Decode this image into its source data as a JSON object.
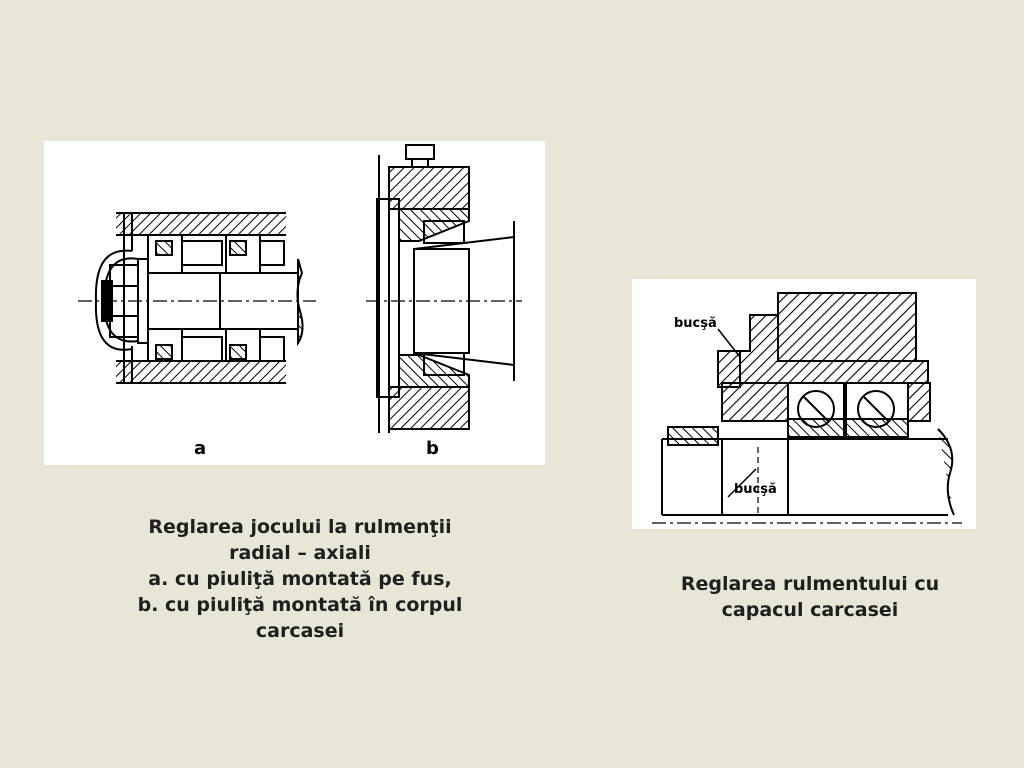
{
  "figure_left": {
    "label_a": "a",
    "label_b": "b",
    "caption_lines": [
      "Reglarea jocului la rulmenţii",
      "radial – axiali",
      "a. cu piuliţă montată pe fus,",
      "b. cu piuliţă montată în corpul",
      "carcasei"
    ]
  },
  "figure_right": {
    "label_top": "bucşă",
    "label_bottom": "bucşă",
    "caption_lines": [
      "Reglarea rulmentului cu",
      "capacul carcasei"
    ]
  },
  "colors": {
    "background": "#e8e6d6",
    "panel": "#ffffff",
    "ink": "#000000"
  }
}
